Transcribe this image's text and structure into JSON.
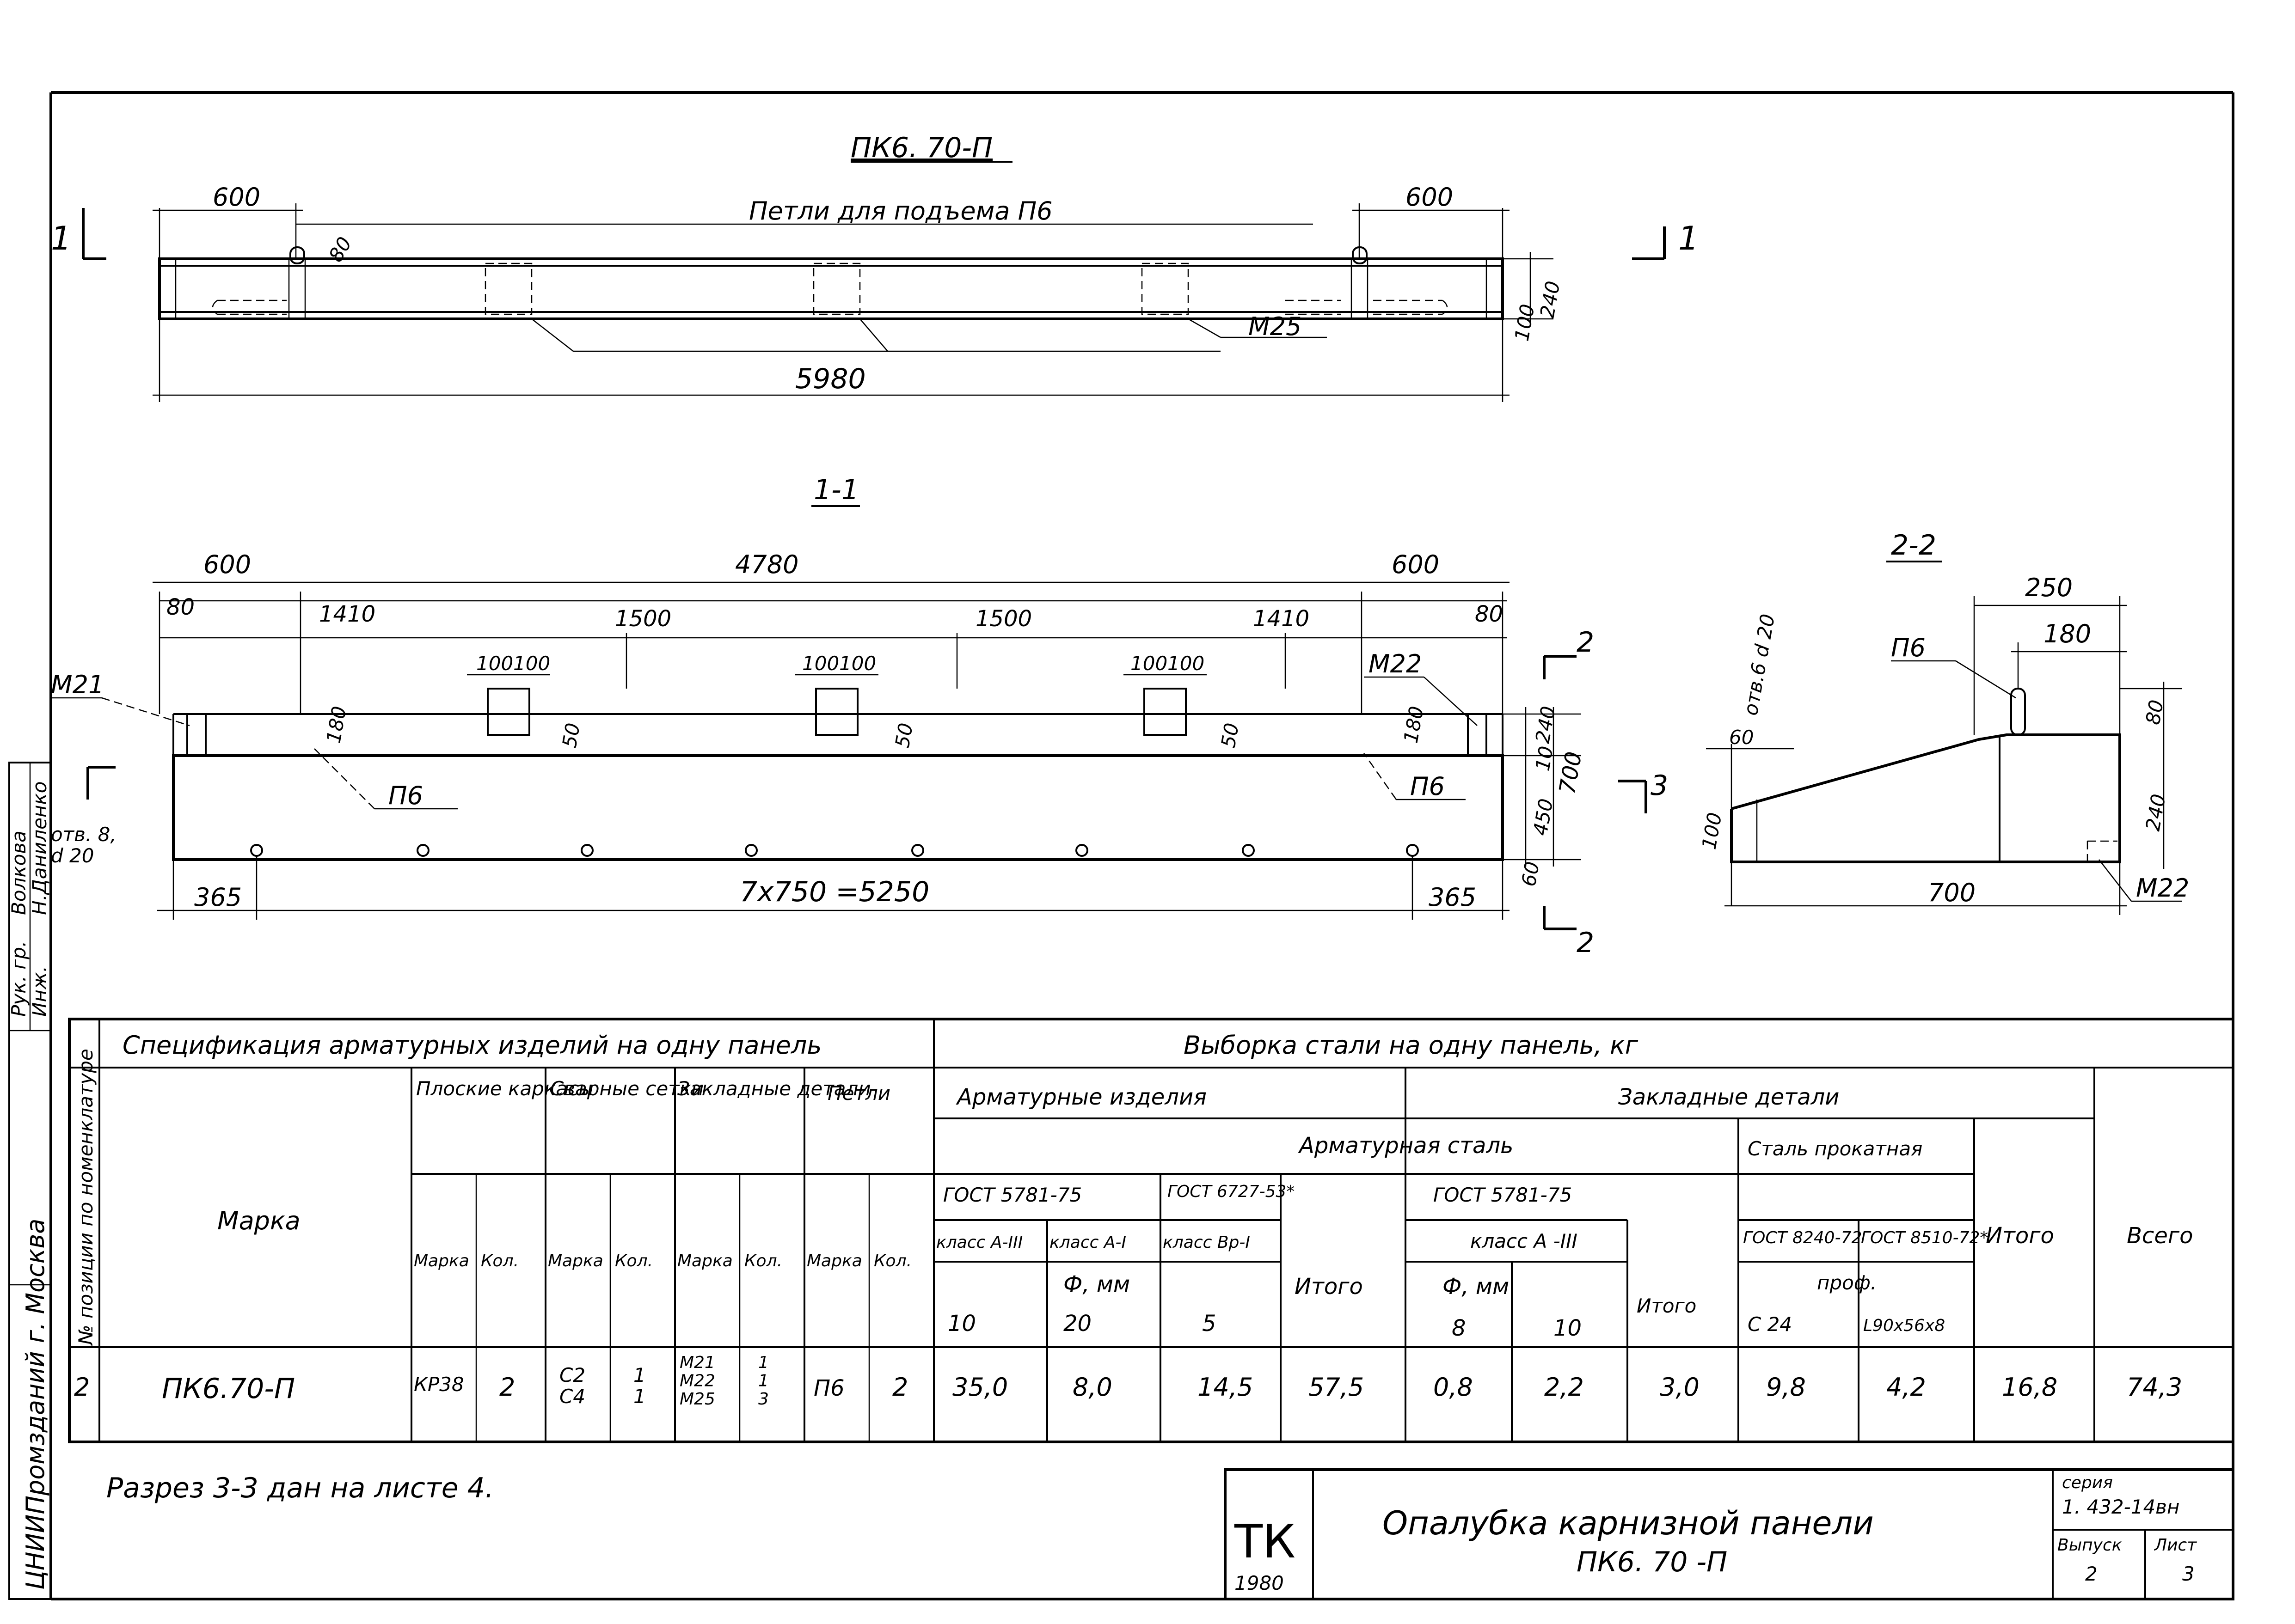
{
  "plan": {
    "title": "ПК6. 70-П",
    "loops_label": "Петли для подъема П6",
    "dim_600_left": "600",
    "dim_600_right": "600",
    "dim_80": "80",
    "dim_total": "5980",
    "dim_100": "100",
    "dim_240": "240",
    "m25": "М25",
    "section_mark": "1"
  },
  "section11": {
    "title": "1-1",
    "dim_600_l": "600",
    "dim_4780": "4780",
    "dim_600_r": "600",
    "dim_80_l": "80",
    "dim_1410_l": "1410",
    "dim_1500_a": "1500",
    "dim_1500_b": "1500",
    "dim_1410_r": "1410",
    "dim_80_r": "80",
    "dim_100": "100",
    "dim_50": "50",
    "dim_180": "180",
    "m21": "М21",
    "m22": "М22",
    "p6": "П6",
    "hole_note": "отв. 8,\nd 20",
    "dim_365_l": "365",
    "dim_pitch": "7х750 =5250",
    "dim_365_r": "365",
    "dim_240": "240",
    "dim_10": "10",
    "dim_450": "450",
    "dim_700": "700",
    "dim_60": "60",
    "cut2": "2",
    "cut3": "3"
  },
  "section22": {
    "title": "2-2",
    "dim_250": "250",
    "dim_180": "180",
    "p6": "П6",
    "hole_note": "отв.6 d 20",
    "dim_60": "60",
    "dim_80": "80",
    "dim_100": "100",
    "dim_240": "240",
    "dim_700": "700",
    "m22": "М22"
  },
  "spec": {
    "title": "Спецификация арматурных изделий на одну панель",
    "col_no": "№ позиции по номенклатуре",
    "col_mark": "Марка",
    "grp_flat": "Плоские каркасы",
    "grp_mesh": "Сварные сетки",
    "grp_embed": "Закладные детали",
    "grp_loops": "Петли",
    "sub_mark": "Марка",
    "sub_qty": "Кол.",
    "row": {
      "no": "2",
      "mark": "ПК6.70-П",
      "flat_mark": "КР38",
      "flat_qty": "2",
      "mesh_mark": "С2\nС4",
      "mesh_qty": "1\n1",
      "emb_mark": "М21\nМ22\nМ25",
      "emb_qty": "1\n1\n3",
      "loop_mark": "П6",
      "loop_qty": "2"
    }
  },
  "steel": {
    "title": "Выборка стали на одну панель, кг",
    "grp_rebar_items": "Арматурные изделия",
    "grp_embedded": "Закладные детали",
    "grp_rebar_steel": "Арматурная сталь",
    "gost_5781_a": "ГОСТ 5781-75",
    "gost_6727": "ГОСТ 6727-53*",
    "gost_5781_b": "ГОСТ 5781-75",
    "steel_rolled": "Сталь прокатная",
    "class_a3": "класс А-III",
    "class_a1": "класс А-I",
    "class_bp1": "класс Вр-I",
    "class_a3_b": "класс А -III",
    "gost_8240": "ГОСТ 8240-72",
    "gost_8510": "ГОСТ 8510-72*",
    "prof": "проф.",
    "dia": "Ф, мм",
    "dia_b": "Ф, мм",
    "itogo_a": "Итого",
    "itogo_b": "Итого",
    "itogo_c": "Итого",
    "vsego": "Всего",
    "d10": "10",
    "d20": "20",
    "d5": "5",
    "d8": "8",
    "d10b": "10",
    "c24": "С 24",
    "l90": "L90х56х8",
    "v": [
      "35,0",
      "8,0",
      "14,5",
      "57,5",
      "0,8",
      "2,2",
      "3,0",
      "9,8",
      "4,2",
      "16,8",
      "74,3"
    ]
  },
  "note": "Разрез 3-3 дан на листе 4.",
  "stamp": {
    "logo": "ТК",
    "year": "1980",
    "title_1": "Опалубка карнизной панели",
    "title_2": "ПК6. 70 -П",
    "series_label": "серия",
    "series": "1. 432-14вн",
    "issue_label": "Выпуск",
    "issue": "2",
    "sheet_label": "Лист",
    "sheet": "3"
  },
  "left_strip": {
    "org": "ЦНИИПромзданий г. Москва",
    "r1": "Рук. гр.",
    "r2": "Инж.",
    "n1": "Волкова",
    "n2": "Н.Даниленко"
  }
}
